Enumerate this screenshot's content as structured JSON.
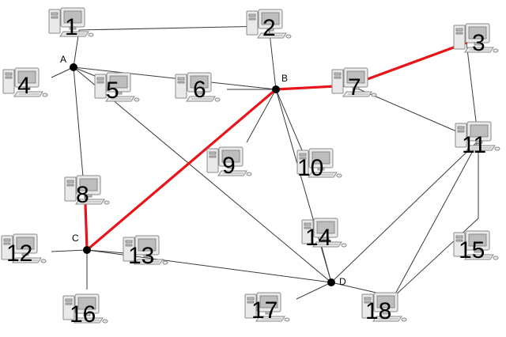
{
  "diagram": {
    "colors": {
      "edge": "#3a3a3a",
      "highlight": "#e8141a",
      "hub": "#000000"
    },
    "icon": "desktop-computer-icon",
    "hubs": [
      {
        "id": "A",
        "label": "A"
      },
      {
        "id": "B",
        "label": "B"
      },
      {
        "id": "C",
        "label": "C"
      },
      {
        "id": "D",
        "label": "D"
      }
    ],
    "nodes": [
      {
        "id": "1",
        "label": "1"
      },
      {
        "id": "2",
        "label": "2"
      },
      {
        "id": "3",
        "label": "3"
      },
      {
        "id": "4",
        "label": "4"
      },
      {
        "id": "5",
        "label": "5"
      },
      {
        "id": "6",
        "label": "6"
      },
      {
        "id": "7",
        "label": "7"
      },
      {
        "id": "8",
        "label": "8"
      },
      {
        "id": "9",
        "label": "9"
      },
      {
        "id": "10",
        "label": "10"
      },
      {
        "id": "11",
        "label": "11"
      },
      {
        "id": "12",
        "label": "12"
      },
      {
        "id": "13",
        "label": "13"
      },
      {
        "id": "14",
        "label": "14"
      },
      {
        "id": "15",
        "label": "15"
      },
      {
        "id": "16",
        "label": "16"
      },
      {
        "id": "17",
        "label": "17"
      },
      {
        "id": "18",
        "label": "18"
      }
    ],
    "edges": [
      {
        "from": "1",
        "to": "2",
        "highlight": false
      },
      {
        "from": "1",
        "to": "A",
        "highlight": false
      },
      {
        "from": "4",
        "to": "A",
        "highlight": false
      },
      {
        "from": "A",
        "to": "5",
        "highlight": false
      },
      {
        "from": "A",
        "to": "B",
        "highlight": false
      },
      {
        "from": "A",
        "to": "8",
        "highlight": false
      },
      {
        "from": "A",
        "to": "D",
        "highlight": false
      },
      {
        "from": "2",
        "to": "B",
        "highlight": false
      },
      {
        "from": "6",
        "to": "B",
        "highlight": false
      },
      {
        "from": "B",
        "to": "9",
        "highlight": false
      },
      {
        "from": "B",
        "to": "10",
        "highlight": false
      },
      {
        "from": "B",
        "to": "D",
        "highlight": false
      },
      {
        "from": "B",
        "to": "7",
        "highlight": true
      },
      {
        "from": "7",
        "to": "3",
        "highlight": true
      },
      {
        "from": "B",
        "to": "C",
        "highlight": true
      },
      {
        "from": "C",
        "to": "8",
        "highlight": true
      },
      {
        "from": "7",
        "to": "11",
        "highlight": false
      },
      {
        "from": "3",
        "to": "11",
        "highlight": false
      },
      {
        "from": "11",
        "to": "15",
        "highlight": false
      },
      {
        "from": "11",
        "to": "D",
        "highlight": false
      },
      {
        "from": "11",
        "to": "18",
        "highlight": false
      },
      {
        "from": "15",
        "to": "18",
        "highlight": false
      },
      {
        "from": "12",
        "to": "C",
        "highlight": false
      },
      {
        "from": "C",
        "to": "13",
        "highlight": false
      },
      {
        "from": "C",
        "to": "16",
        "highlight": false
      },
      {
        "from": "C",
        "to": "D",
        "highlight": false
      },
      {
        "from": "14",
        "to": "D",
        "highlight": false
      },
      {
        "from": "D",
        "to": "17",
        "highlight": false
      },
      {
        "from": "D",
        "to": "18",
        "highlight": false
      }
    ]
  }
}
